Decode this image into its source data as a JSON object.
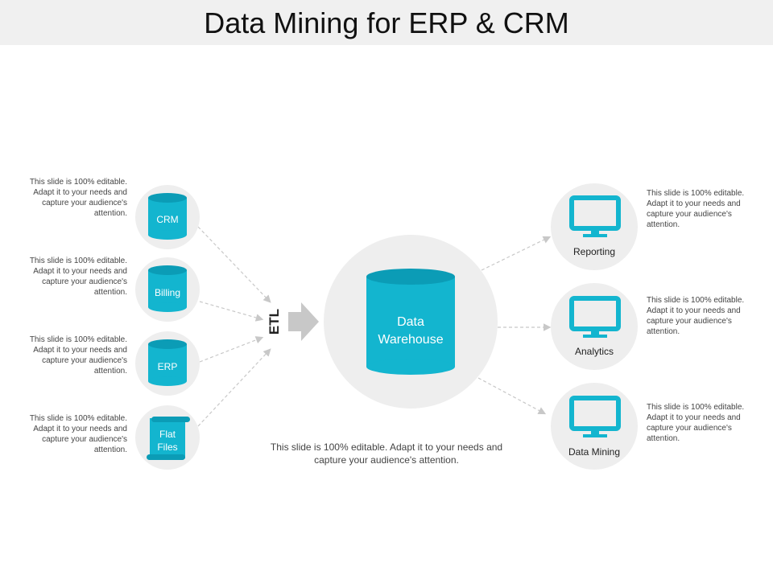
{
  "title": "Data Mining for ERP & CRM",
  "colors": {
    "accent": "#13b5cf",
    "accent_dark": "#0b8fa6",
    "circle_bg": "#eeeeee",
    "arrow": "#c8c8c8"
  },
  "sources": [
    {
      "label": "CRM",
      "desc": "This slide is 100% editable. Adapt it to your needs and capture your audience's attention."
    },
    {
      "label": "Billing",
      "desc": "This slide is 100% editable. Adapt it to your needs and capture your audience's attention."
    },
    {
      "label": "ERP",
      "desc": "This slide is 100% editable. Adapt it to your needs and capture your audience's attention."
    },
    {
      "label_line1": "Flat",
      "label_line2": "Files",
      "desc": "This slide is 100% editable. Adapt it to your needs and capture your audience's attention."
    }
  ],
  "etl_label": "ETL",
  "warehouse": {
    "line1": "Data",
    "line2": "Warehouse"
  },
  "outputs": [
    {
      "label": "Reporting",
      "icon": "monitor-icon",
      "desc": "This slide is 100% editable. Adapt it to your needs and capture your audience's attention."
    },
    {
      "label": "Analytics",
      "icon": "monitor-icon",
      "desc": "This slide is 100% editable. Adapt it to your needs and capture your audience's attention."
    },
    {
      "label": "Data Mining",
      "icon": "monitor-icon",
      "desc": "This slide is 100% editable. Adapt it to your needs and capture your audience's attention."
    }
  ],
  "footer": "This slide is 100% editable. Adapt it to your needs and capture your audience's attention."
}
